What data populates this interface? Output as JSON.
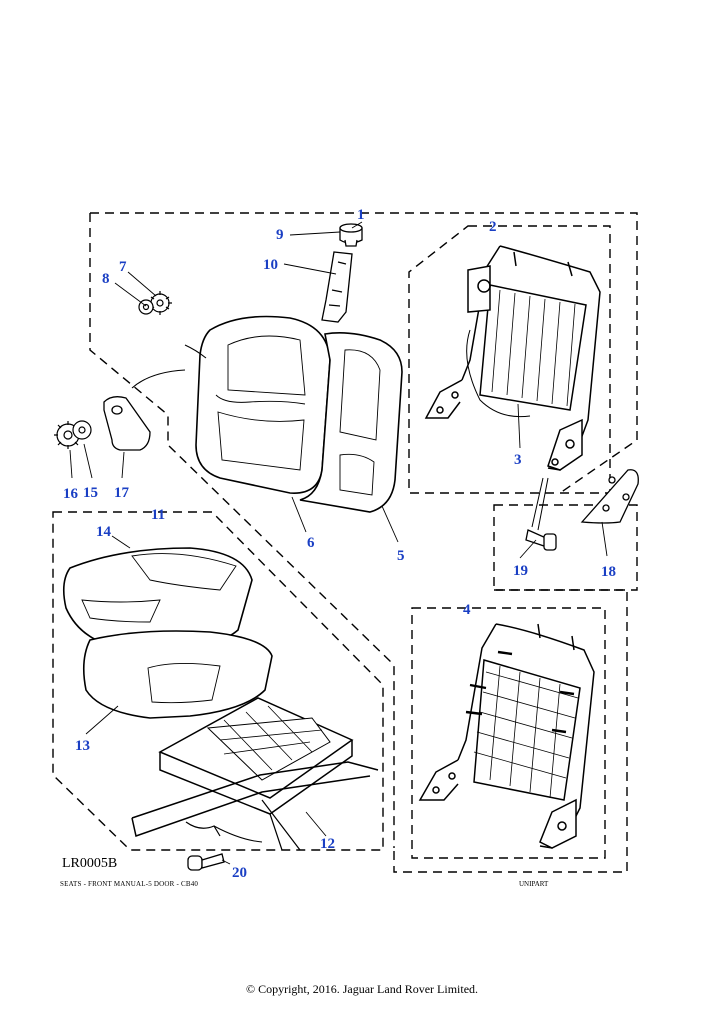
{
  "diagram": {
    "reference_code": "LR0005B",
    "caption_left": "SEATS - FRONT MANUAL-5 DOOR - CB40",
    "caption_right": "UNIPART",
    "copyright": "© Copyright, 2016. Jaguar Land Rover Limited.",
    "callout_color": "#1a3fc4",
    "callouts": [
      "1",
      "2",
      "3",
      "4",
      "5",
      "6",
      "7",
      "8",
      "9",
      "10",
      "11",
      "12",
      "13",
      "14",
      "15",
      "16",
      "17",
      "18",
      "19",
      "20"
    ]
  }
}
